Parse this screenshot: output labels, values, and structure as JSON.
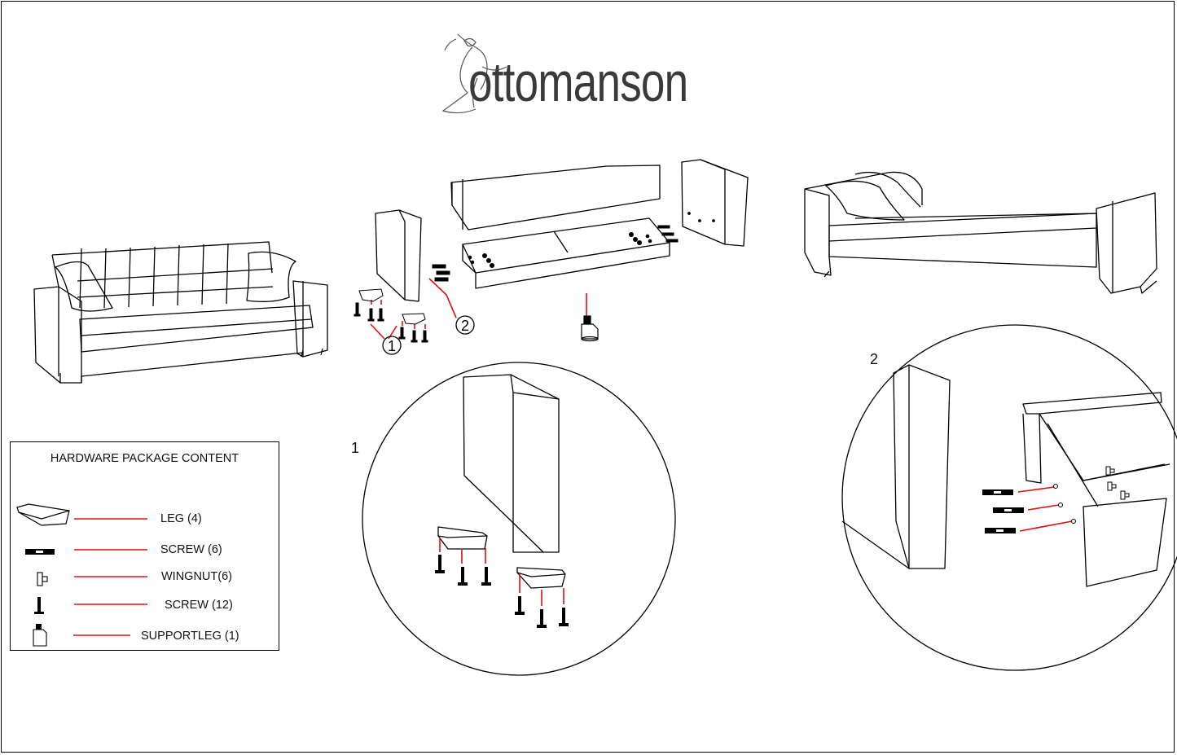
{
  "brand": {
    "name": "ottomanson"
  },
  "callouts": {
    "one": "1",
    "two": "2"
  },
  "detail_labels": {
    "one": "1",
    "two": "2"
  },
  "hardware": {
    "title": "HARDWARE PACKAGE CONTENT",
    "items": [
      {
        "label": "LEG (4)",
        "icon": "leg-icon"
      },
      {
        "label": "SCREW (6)",
        "icon": "flat-screw-icon"
      },
      {
        "label": "WINGNUT(6)",
        "icon": "wingnut-icon"
      },
      {
        "label": "SCREW (12)",
        "icon": "screw-icon"
      },
      {
        "label": "SUPPORTLEG (1)",
        "icon": "support-leg-icon"
      }
    ]
  },
  "colors": {
    "line": "#000000",
    "accent": "#e01010"
  }
}
